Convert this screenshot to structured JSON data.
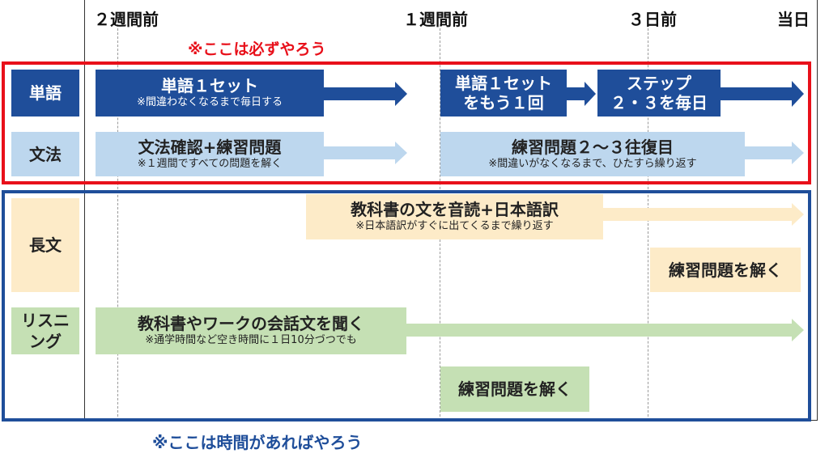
{
  "timeline": {
    "two_weeks": "２週間前",
    "one_week": "１週間前",
    "three_days": "３日前",
    "day_of": "当日"
  },
  "notes": {
    "must_do": "※ここは必ずやろう",
    "if_time": "※ここは時間があればやろう"
  },
  "rows": {
    "vocab": "単語",
    "grammar": "文法",
    "reading_line1": "長文",
    "listening_line1": "リスニ",
    "listening_line2": "ング"
  },
  "tasks": {
    "vocab_1_title": "単語１セット",
    "vocab_1_sub": "※間違わなくなるまで毎日する",
    "vocab_2_line1": "単語１セット",
    "vocab_2_line2": "をもう１回",
    "vocab_3_line1": "ステップ",
    "vocab_3_line2": "２・３を毎日",
    "grammar_1_title": "文法確認+練習問題",
    "grammar_1_sub": "※１週間ですべての問題を解く",
    "grammar_2_title": "練習問題２～３往復目",
    "grammar_2_sub": "※間違いがなくなるまで、ひたすら繰り返す",
    "reading_1_title": "教科書の文を音読+日本語訳",
    "reading_1_sub": "※日本語訳がすぐに出てくるまで繰り返す",
    "reading_2_title": "練習問題を解く",
    "listening_1_title": "教科書やワークの会話文を聞く",
    "listening_1_sub": "※通学時間など空き時間に１日10分づつでも",
    "listening_2_title": "練習問題を解く"
  },
  "colors": {
    "red": "#e8101a",
    "blue": "#1f4e9a",
    "light_blue": "#bdd7ee",
    "peach": "#fdebc8",
    "green": "#c5e0b4"
  }
}
